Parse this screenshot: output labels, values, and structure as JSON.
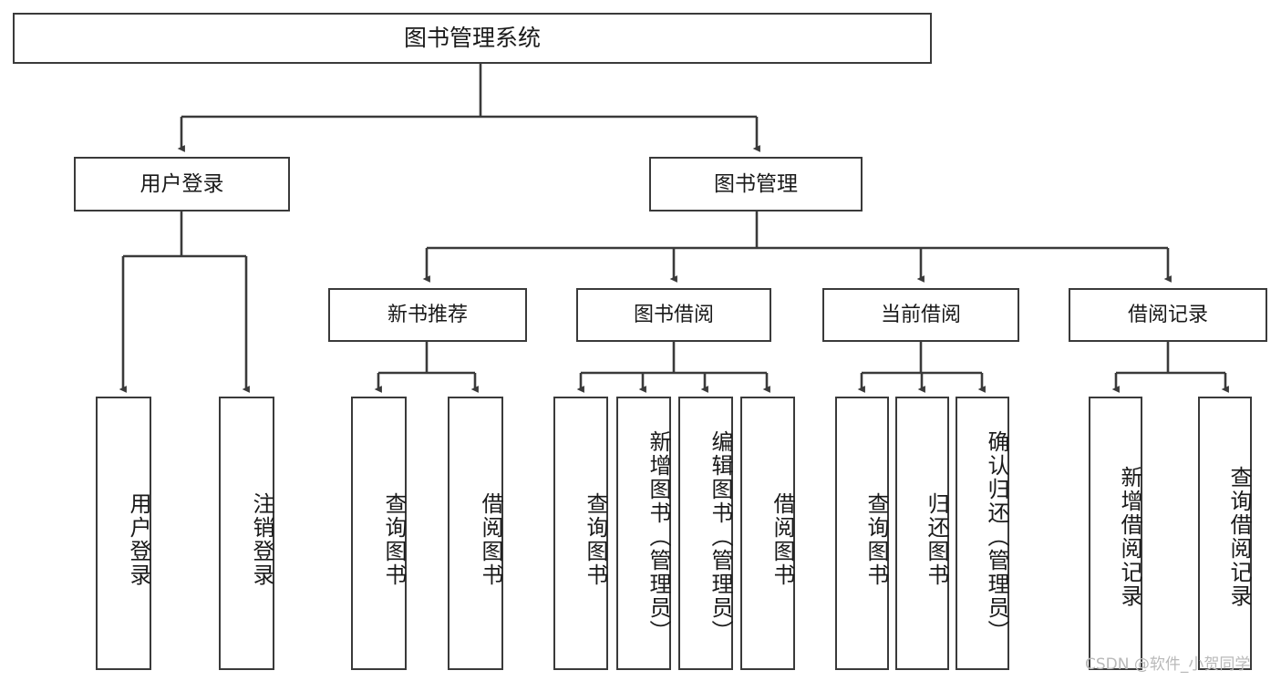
{
  "diagram": {
    "title": "图书管理系统",
    "type": "tree",
    "root": {
      "id": "root",
      "label": "图书管理系统"
    },
    "level2": [
      {
        "id": "user-login",
        "label": "用户登录"
      },
      {
        "id": "book-manage",
        "label": "图书管理"
      }
    ],
    "level3": [
      {
        "id": "new-book-recommend",
        "label": "新书推荐",
        "parent": "book-manage"
      },
      {
        "id": "book-borrow",
        "label": "图书借阅",
        "parent": "book-manage"
      },
      {
        "id": "current-borrow",
        "label": "当前借阅",
        "parent": "book-manage"
      },
      {
        "id": "borrow-record",
        "label": "借阅记录",
        "parent": "book-manage"
      }
    ],
    "leaves": [
      {
        "id": "leaf-user-login",
        "label": "用户登录",
        "parent": "user-login"
      },
      {
        "id": "leaf-user-logout",
        "label": "注销登录",
        "parent": "user-login"
      },
      {
        "id": "leaf-query-book-1",
        "label": "查询图书",
        "parent": "new-book-recommend"
      },
      {
        "id": "leaf-borrow-book-1",
        "label": "借阅图书",
        "parent": "new-book-recommend"
      },
      {
        "id": "leaf-query-book-2",
        "label": "查询图书",
        "parent": "book-borrow"
      },
      {
        "id": "leaf-add-book",
        "label": "新增图书（管理员）",
        "parent": "book-borrow"
      },
      {
        "id": "leaf-edit-book",
        "label": "编辑图书（管理员）",
        "parent": "book-borrow"
      },
      {
        "id": "leaf-borrow-book-2",
        "label": "借阅图书",
        "parent": "book-borrow"
      },
      {
        "id": "leaf-query-book-3",
        "label": "查询图书",
        "parent": "current-borrow"
      },
      {
        "id": "leaf-return-book",
        "label": "归还图书",
        "parent": "current-borrow"
      },
      {
        "id": "leaf-confirm-return",
        "label": "确认归还（管理员）",
        "parent": "current-borrow"
      },
      {
        "id": "leaf-add-record",
        "label": "新增借阅记录",
        "parent": "borrow-record"
      },
      {
        "id": "leaf-query-record",
        "label": "查询借阅记录",
        "parent": "borrow-record"
      }
    ],
    "colors": {
      "border": "#3a3a3a",
      "text": "#1a1a1a",
      "background": "#ffffff",
      "watermark": "#b9b9b9"
    }
  },
  "watermark": {
    "text": "CSDN @软件_小贺同学"
  }
}
